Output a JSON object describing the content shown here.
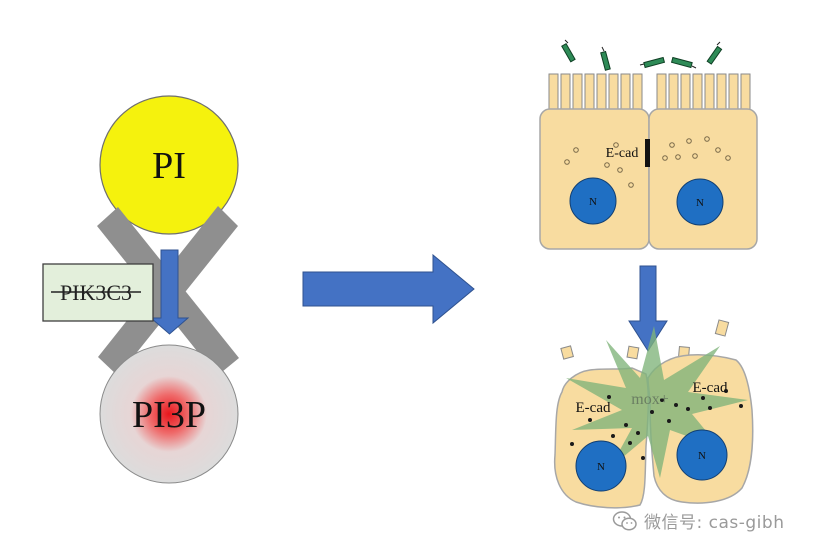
{
  "diagram": {
    "left_panel": {
      "pi_label": "PI",
      "pi3p_label": "PI3P",
      "enzyme_label": "PIK3C3",
      "colors": {
        "pi_fill": "#f5f20d",
        "pi3p_fill": "#dcdcdc",
        "pi3p_glow": "#e8161c",
        "cross": "#8f8f8f",
        "arrow": "#4472c4",
        "enzyme_box": "#e3efdb"
      }
    },
    "top_cells": {
      "junction_label": "E-cad",
      "nucleus_labels": [
        "N",
        "N"
      ],
      "colors": {
        "cytoplasm": "#f8dca0",
        "cell_border": "#a7a7a7",
        "nucleus": "#1f6fc3",
        "cilia_protein": "#2e8b57"
      }
    },
    "bottom_cells": {
      "left_label": "E-cad",
      "right_label": "E-cad",
      "center_label": "mox+",
      "nucleus_labels": [
        "N",
        "N"
      ],
      "colors": {
        "burst": "#7fb37a"
      }
    }
  },
  "watermark": {
    "text": "微信号: cas-gibh",
    "icon": "wechat-logo-icon"
  }
}
